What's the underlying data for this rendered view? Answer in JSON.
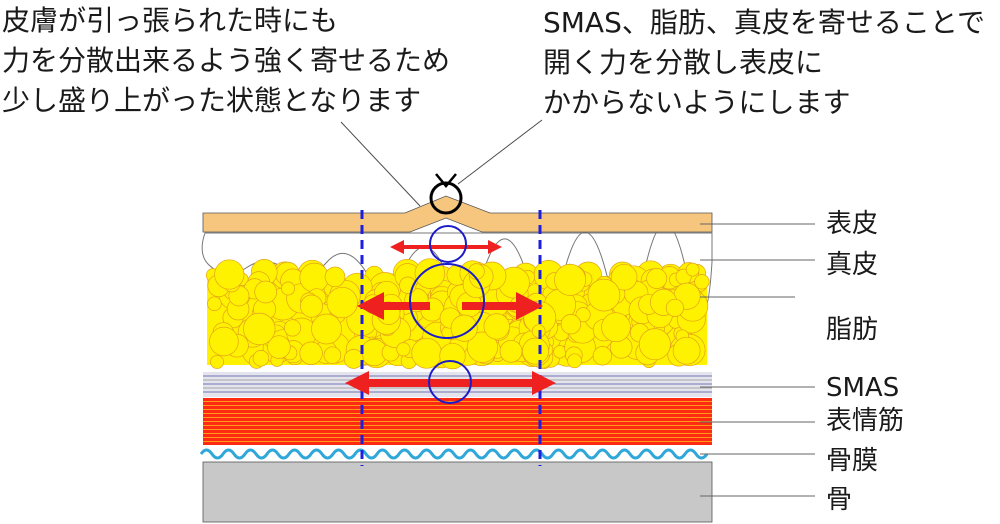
{
  "annotations": {
    "left": [
      "皮膚が引っ張られた時にも",
      "力を分散出来るよう強く寄せるため",
      "少し盛り上がった状態となります"
    ],
    "right": [
      "SMAS、脂肪、真皮を寄せることで",
      "開く力を分散し表皮に",
      "かからないようにします"
    ]
  },
  "layers": {
    "epidermis": "表皮",
    "dermis": "真皮",
    "fat": "脂肪",
    "smas": "SMAS",
    "muscle": "表情筋",
    "periosteum": "骨膜",
    "bone": "骨"
  },
  "colors": {
    "epidermis": "#F7C67E",
    "dermis": "#FFFFFF",
    "fat": "#FFF200",
    "fat_outline": "#E3A21A",
    "smas": "#E4E4EE",
    "smas_fiber": "#7474AE",
    "muscle": "#FF2A12",
    "muscle_fiber": "#FF9A1A",
    "periosteum": "#2FA7D9",
    "bone": "#C8C8C8",
    "guide_dash": "#1E1EE0",
    "force_circle": "#1C1CC8",
    "force_arrow": "#EE2020",
    "suture": "#000000"
  }
}
